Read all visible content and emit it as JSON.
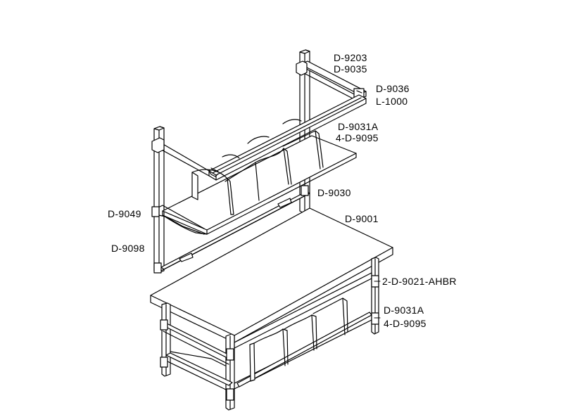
{
  "labels": {
    "top_frame_a": "D-9203",
    "top_frame_b": "D-9035",
    "light_a": "D-9036",
    "light_b": "L-1000",
    "upper_shelf_a": "D-9031A",
    "upper_shelf_b": "4-D-9095",
    "rail": "D-9030",
    "shelf_bracket": "D-9049",
    "worktop": "D-9001",
    "upright_bracket": "D-9098",
    "legs": "2-D-9021-AHBR",
    "lower_shelf_a": "D-9031A",
    "lower_shelf_b": "4-D-9095"
  }
}
